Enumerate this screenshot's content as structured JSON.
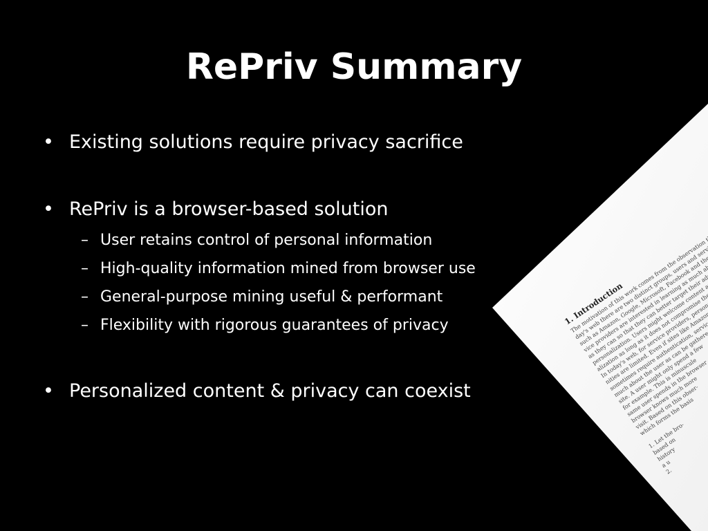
{
  "slide": {
    "title": "RePriv Summary",
    "bullets": [
      "Existing solutions require privacy sacrifice",
      "RePriv is a browser-based solution",
      "Personalized content & privacy can coexist"
    ],
    "sub_bullets": [
      "User retains control of personal information",
      "High-quality information mined from browser use",
      "General-purpose mining useful & performant",
      "Flexibility with rigorous guarantees of privacy"
    ],
    "bullet_symbol": "•",
    "dash_symbol": "–"
  },
  "paper_image": {
    "heading": "1.   Introduction",
    "lines": [
      "The motivation of this work comes from the observation that in to-",
      "day's web there are two distinct groups, users and service providers",
      "such as Amazon, Google, Microsoft, Facebook and the like. Ser-",
      "vice providers are interested in learning as much about the user",
      "as they can so that they can better target their ads or provide",
      "personalization. Users might welcome content and",
      "alization as long as it does not compromise their privacy.",
      "In today's web, for service providers, personal-",
      "nities are limited. Even if sites like Amazon",
      "sometimes require authentication, service",
      "much about the user as can be gathered",
      "site. A user might only spend a few",
      "for example. This is minuscule",
      "same user spends in the browser",
      "browser knows much more",
      "visit. Based on this obser-",
      "which forms the basis",
      "",
      "1.  Let the bro-",
      "    based on",
      "    history",
      "    a u",
      "2."
    ]
  },
  "colors": {
    "background": "#000000",
    "text": "#ffffff",
    "paper": "#ffffff",
    "paper_text": "#3a3a3a"
  }
}
